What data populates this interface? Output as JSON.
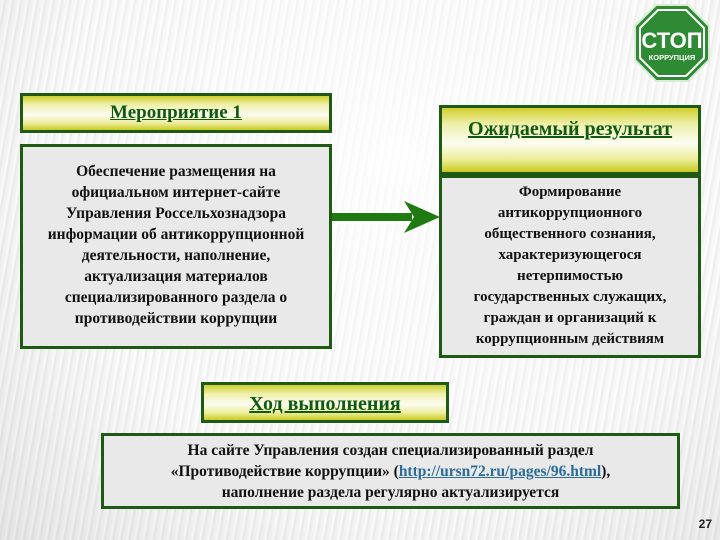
{
  "logo": {
    "line1": "СТОП",
    "line2": "КОРРУПЦИЯ",
    "color": "#2e8b34"
  },
  "left": {
    "header": "Мероприятие 1",
    "body": [
      "Обеспечение размещения на",
      "официальном интернет-сайте",
      "Управления Россельхознадзора",
      "информации об антикоррупционной",
      "деятельности, наполнение,",
      "актуализация материалов",
      "специализированного раздела о",
      "противодействии коррупции"
    ]
  },
  "right": {
    "header": "Ожидаемый результат",
    "body": [
      "Формирование",
      "антикоррупционного",
      "общественного сознания,",
      "характеризующегося",
      "нетерпимостью",
      "государственных служащих,",
      "граждан и организаций к",
      "коррупционным действиям"
    ]
  },
  "progress": {
    "header": "Ход выполнения",
    "line1": "На сайте Управления создан специализированный раздел",
    "line2_pre": "«Противодействие коррупции» (",
    "link": "http://ursn72.ru/pages/96.html",
    "line2_post": "),",
    "line3": "наполнение раздела регулярно актуализируется"
  },
  "page_number": "27",
  "colors": {
    "border": "#1e5a14",
    "header_text": "#0f5a0f",
    "arrow": "#1f7a12",
    "link": "#2a6b98"
  }
}
